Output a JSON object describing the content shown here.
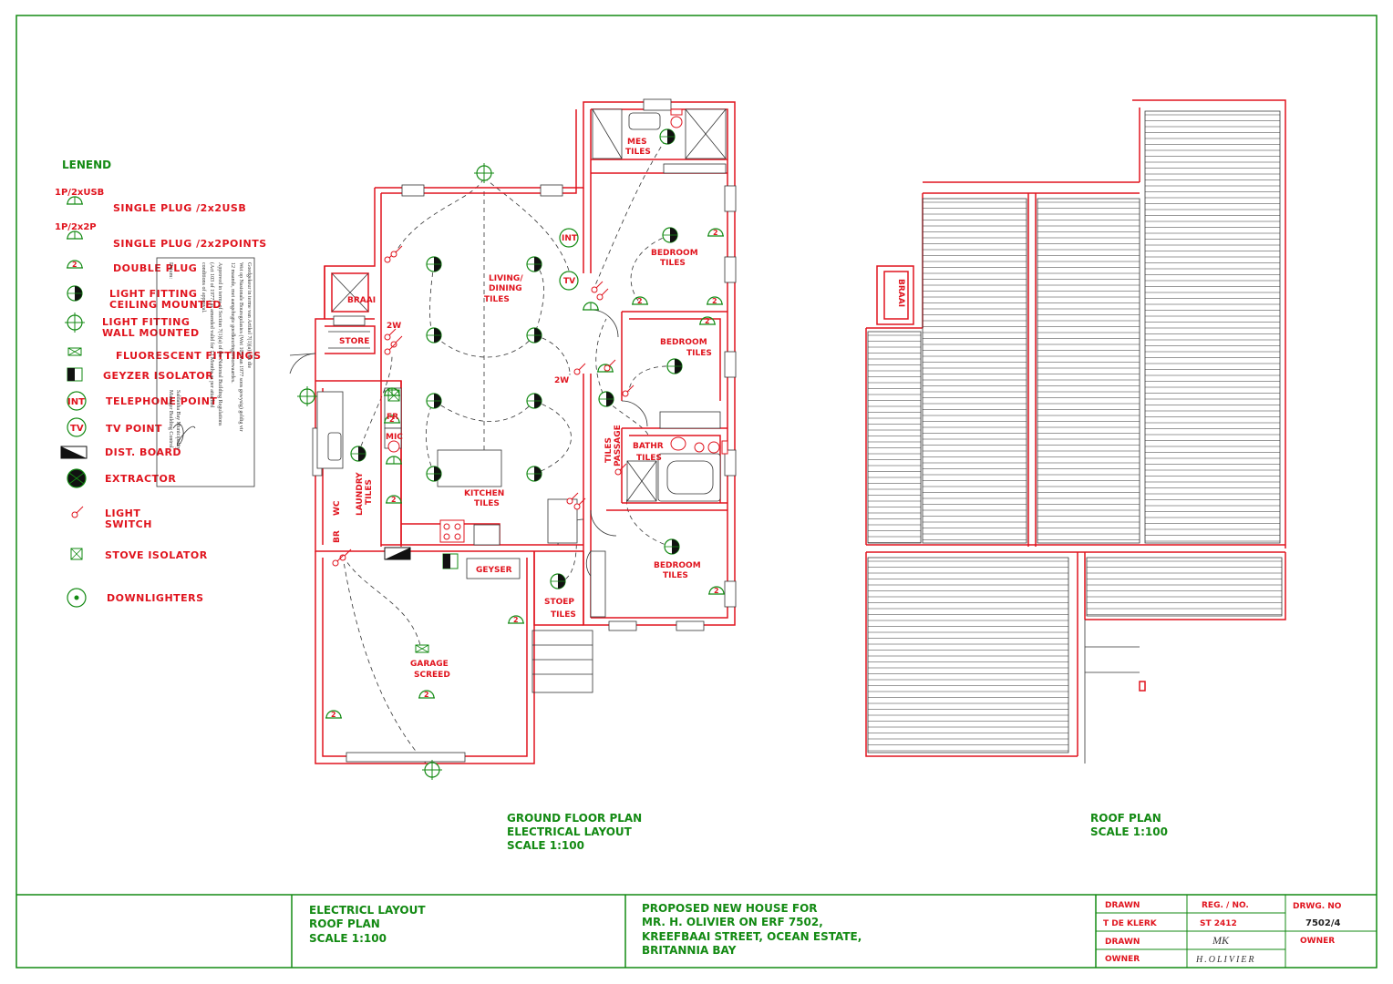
{
  "colors": {
    "wall": "#e0141e",
    "symbol": "#138a13",
    "roof": "#222222",
    "frame": "#138a13"
  },
  "legend": {
    "title": "LENEND",
    "items": [
      {
        "code": "1P/2xUSB",
        "label": "SINGLE PLUG /2x2USB",
        "icon": "half-circle-plug-icon"
      },
      {
        "code": "1P/2x2P",
        "label": "SINGLE PLUG /2x2POINTS",
        "icon": "half-circle-plug-icon"
      },
      {
        "code": "",
        "label": "DOUBLE PLUG",
        "icon": "double-plug-icon"
      },
      {
        "code": "",
        "label": "LIGHT FITTING",
        "label2": "CEILING MOUNTED",
        "icon": "ceiling-light-icon"
      },
      {
        "code": "",
        "label": "LIGHT FITTING",
        "label2": "WALL MOUNTED",
        "icon": "wall-light-icon"
      },
      {
        "code": "",
        "label": "FLUORESCENT FITTINGS",
        "icon": "fluorescent-icon"
      },
      {
        "code": "",
        "label": "GEYZER ISOLATOR",
        "icon": "geyser-isolator-icon"
      },
      {
        "code": "INT",
        "label": "TELEPHONE POINT",
        "icon": "telephone-point-icon"
      },
      {
        "code": "TV",
        "label": "TV POINT",
        "icon": "tv-point-icon"
      },
      {
        "code": "",
        "label": "DIST. BOARD",
        "icon": "dist-board-icon"
      },
      {
        "code": "",
        "label": "EXTRACTOR",
        "icon": "extractor-icon"
      },
      {
        "code": "",
        "label": "LIGHT",
        "label2": "SWITCH",
        "icon": "light-switch-icon"
      },
      {
        "code": "",
        "label": "STOVE ISOLATOR",
        "icon": "stove-isolator-icon"
      },
      {
        "code": "",
        "label": "DOWNLIGHTERS",
        "icon": "downlighter-icon"
      }
    ]
  },
  "rooms": {
    "braai": "BRAAI",
    "store": "STORE",
    "living1": "LIVING/",
    "living2": "DINING",
    "living3": "TILES",
    "mes1": "MES",
    "mes2": "TILES",
    "bed1a": "BEDROOM",
    "bed1b": "TILES",
    "bed2a": "BEDROOM",
    "bed2b": "TILES",
    "bed3a": "BEDROOM",
    "bed3b": "TILES",
    "bath1": "BATHR",
    "bath2": "TILES",
    "passage1": "TILES",
    "passage2": "PASSAGE",
    "kitchen1": "KITCHEN",
    "kitchen2": "TILES",
    "laundry1": "LAUNDRY",
    "laundry2": "TILES",
    "wc": "WC",
    "br": "BR",
    "fr": "FR",
    "mic": "MIC",
    "geyser": "GEYSER",
    "stoep1": "STOEP",
    "stoep2": "TILES",
    "garage1": "GARAGE",
    "garage2": "SCREED",
    "int": "INT",
    "tv": "TV",
    "sw2w_a": "2W",
    "sw2w_b": "2W",
    "roof_braai": "BRAAI"
  },
  "stamp": {
    "lines": [
      "Goedgekeur in terme van Artikel 7(1)(a) van die",
      "Wet op Nasionale Bouregulasies (Wet 103 van 1977 soos gewysig) geldig vir",
      "12 maande, met aangehegte goedkeuringsvoorwaardes.",
      "Approved in terms of Section 7(1)(a) of the National Building Regulations",
      "(Act 103 of 1977) as amended valid for 12 Months as per attached",
      "conditions of approval."
    ],
    "sign1": "Saldanha Bay Municipality",
    "sign2": "Manager Building Control",
    "date": "Datum:"
  },
  "titles": {
    "ground1": "GROUND FLOOR PLAN",
    "ground2": "ELECTRICAL LAYOUT",
    "ground3": "SCALE 1:100",
    "roof1": "ROOF PLAN",
    "roof2": "SCALE 1:100"
  },
  "titleblock": {
    "sheet1": "ELECTRICL LAYOUT",
    "sheet2": "ROOF PLAN",
    "sheet3": "SCALE 1:100",
    "proj1": "PROPOSED NEW HOUSE FOR",
    "proj2": "MR. H. OLIVIER ON ERF 7502,",
    "proj3": "KREEFBAAI STREET, OCEAN  ESTATE,",
    "proj4": "BRITANNIA BAY",
    "drawn_label": "DRAWN",
    "reg_label": "REG. / NO.",
    "drwg_label": "DRWG. NO",
    "drawn_name": "T DE KLERK",
    "reg_no": "ST 2412",
    "drwg_no": "7502/4",
    "drawn_label2": "DRAWN",
    "drawn_sig": "MK",
    "owner_label": "OWNER",
    "owner_label2": "OWNER",
    "owner_sig": "H.OLIVIER"
  }
}
